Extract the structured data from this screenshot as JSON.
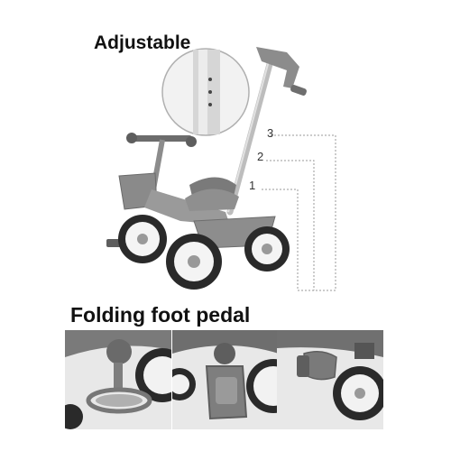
{
  "headings": {
    "adjustable": "Adjustable",
    "folding": "Folding foot pedal"
  },
  "height_steps": [
    "1",
    "2",
    "3"
  ],
  "colors": {
    "body": "#8c8c8c",
    "body_dark": "#5e5e5e",
    "tire": "#2a2a2a",
    "rim": "#f4f4f4",
    "handle": "#d9d9d9",
    "dashed_guide": "#9a9a9a"
  },
  "detail_photos": [
    {
      "subject": "foot pedal unfolded"
    },
    {
      "subject": "foot pedal folded"
    },
    {
      "subject": "foot pedal stowed"
    }
  ]
}
